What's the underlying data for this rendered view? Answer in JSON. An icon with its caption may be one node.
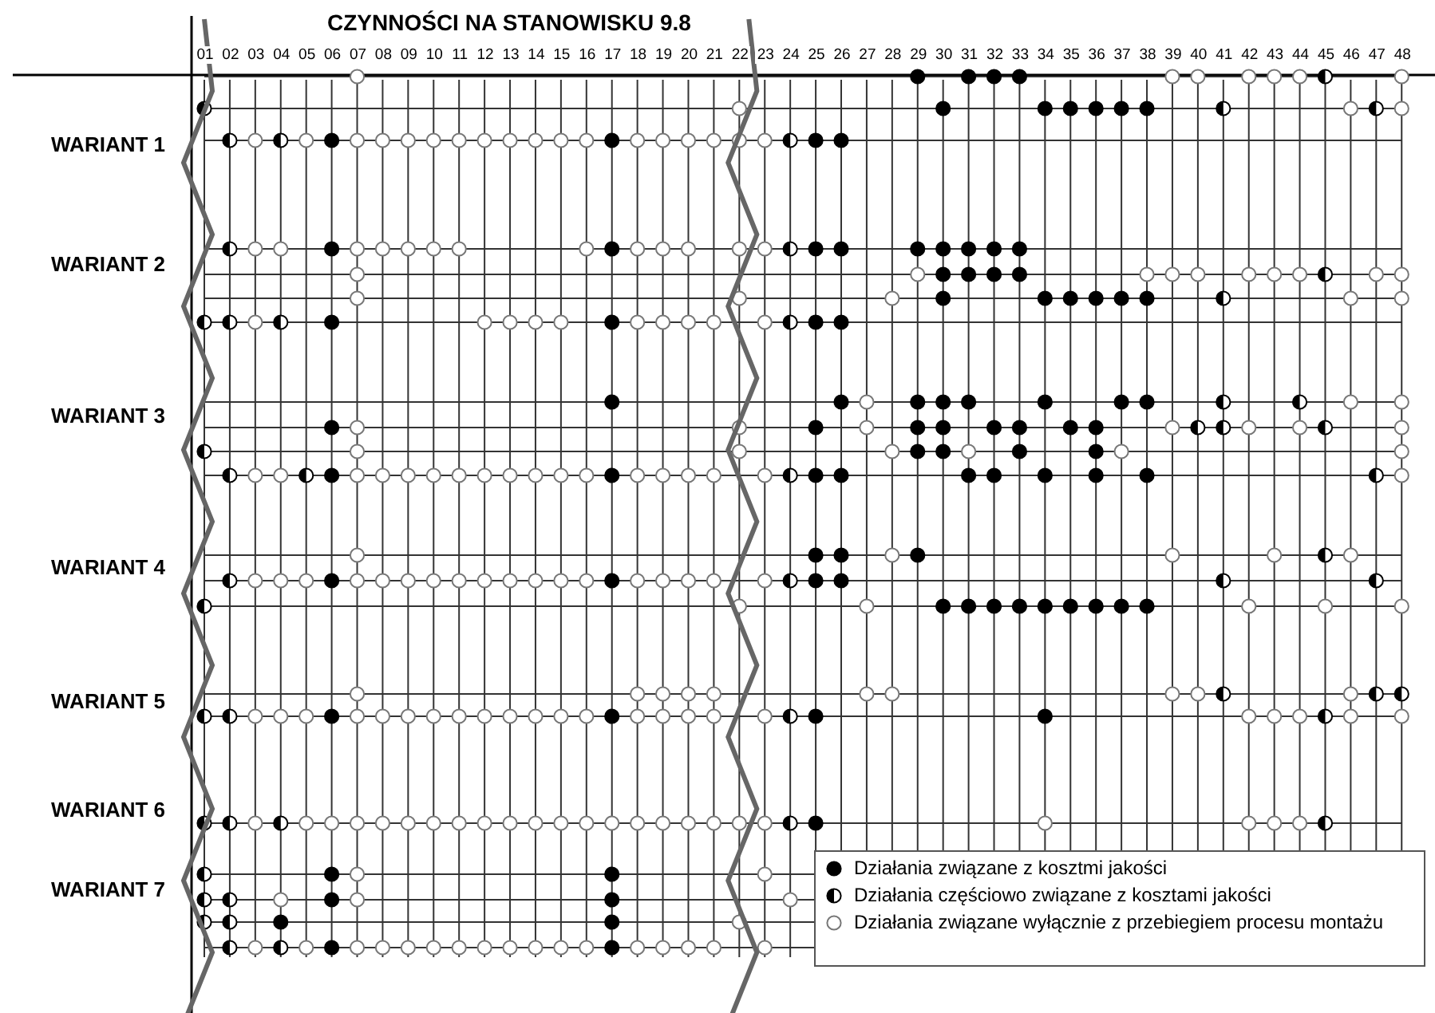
{
  "diagram": {
    "title": "CZYNNOŚCI NA STANOWISKU 9.8",
    "labels": [
      "01",
      "02",
      "03",
      "04",
      "05",
      "06",
      "07",
      "08",
      "09",
      "10",
      "11",
      "12",
      "13",
      "14",
      "15",
      "16",
      "17",
      "18",
      "19",
      "20",
      "21",
      "22",
      "23",
      "24",
      "25",
      "26",
      "27",
      "28",
      "29",
      "30",
      "31",
      "32",
      "33",
      "34",
      "35",
      "36",
      "37",
      "38",
      "39",
      "40",
      "41",
      "42",
      "43",
      "44",
      "45",
      "46",
      "47",
      "48",
      "WARIANT 1",
      "WARIANT 2",
      "WARIANT 3",
      "WARIANT 4",
      "WARIANT 5",
      "WARIANT 6",
      "WARIANT 7"
    ],
    "legend": [
      {
        "text": "Działania związane z kosztmi jakości"
      },
      {
        "text": "Działania częściowo związane z kosztami jakości"
      },
      {
        "text": "Działania związane wyłącznie z przebiegiem procesu montażu"
      }
    ]
  }
}
